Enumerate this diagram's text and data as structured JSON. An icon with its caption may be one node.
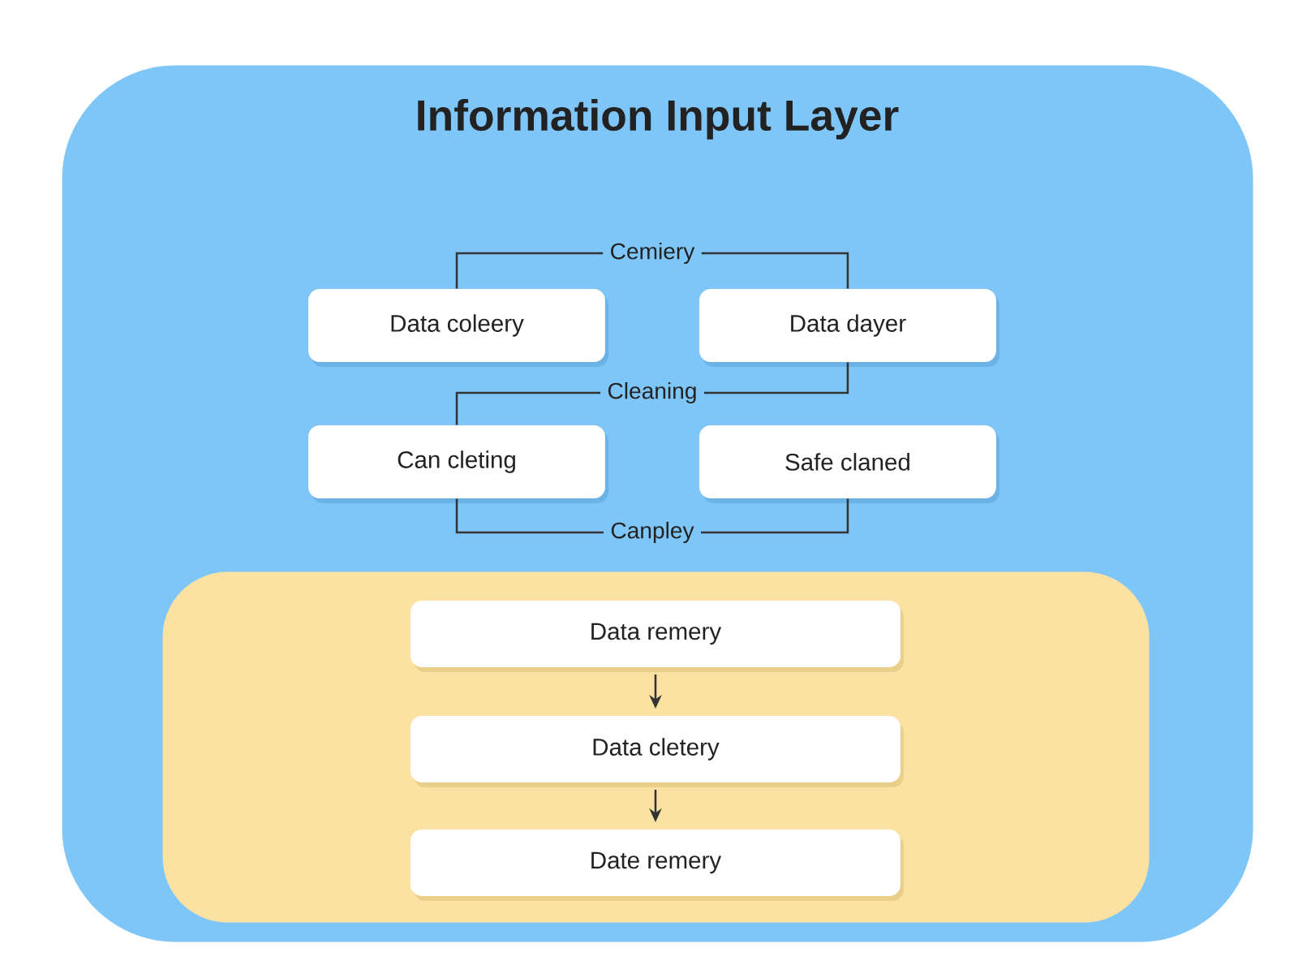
{
  "diagram": {
    "nodes": [
      {
        "text": [
          "Information Input Layer"
        ]
      },
      {
        "text": [
          "Data coleery"
        ],
        "in": 0
      },
      {
        "text": [
          "Data dayer"
        ],
        "in": 0
      },
      {
        "text": [
          "Can cleting"
        ],
        "in": 0
      },
      {
        "text": [
          "Safe claned"
        ],
        "in": 0
      },
      {
        "text": [],
        "shape": "box",
        "in": 0
      },
      {
        "text": [
          "Data remery"
        ],
        "in": 5
      },
      {
        "text": [
          "Data cletery"
        ],
        "in": 5
      },
      {
        "text": [
          "Date remery"
        ],
        "in": 5
      }
    ],
    "edges": [
      {
        "from": 1,
        "to": 2,
        "arrow": "none",
        "label": "Cemiery"
      },
      {
        "from": 2,
        "to": 3,
        "arrow": "none",
        "label": "Cleaning"
      },
      {
        "from": 3,
        "to": 4,
        "arrow": "none",
        "label": "Canpley"
      },
      {
        "from": 6,
        "to": 7,
        "arrow": "to"
      },
      {
        "from": 7,
        "to": 8,
        "arrow": "to"
      }
    ]
  }
}
